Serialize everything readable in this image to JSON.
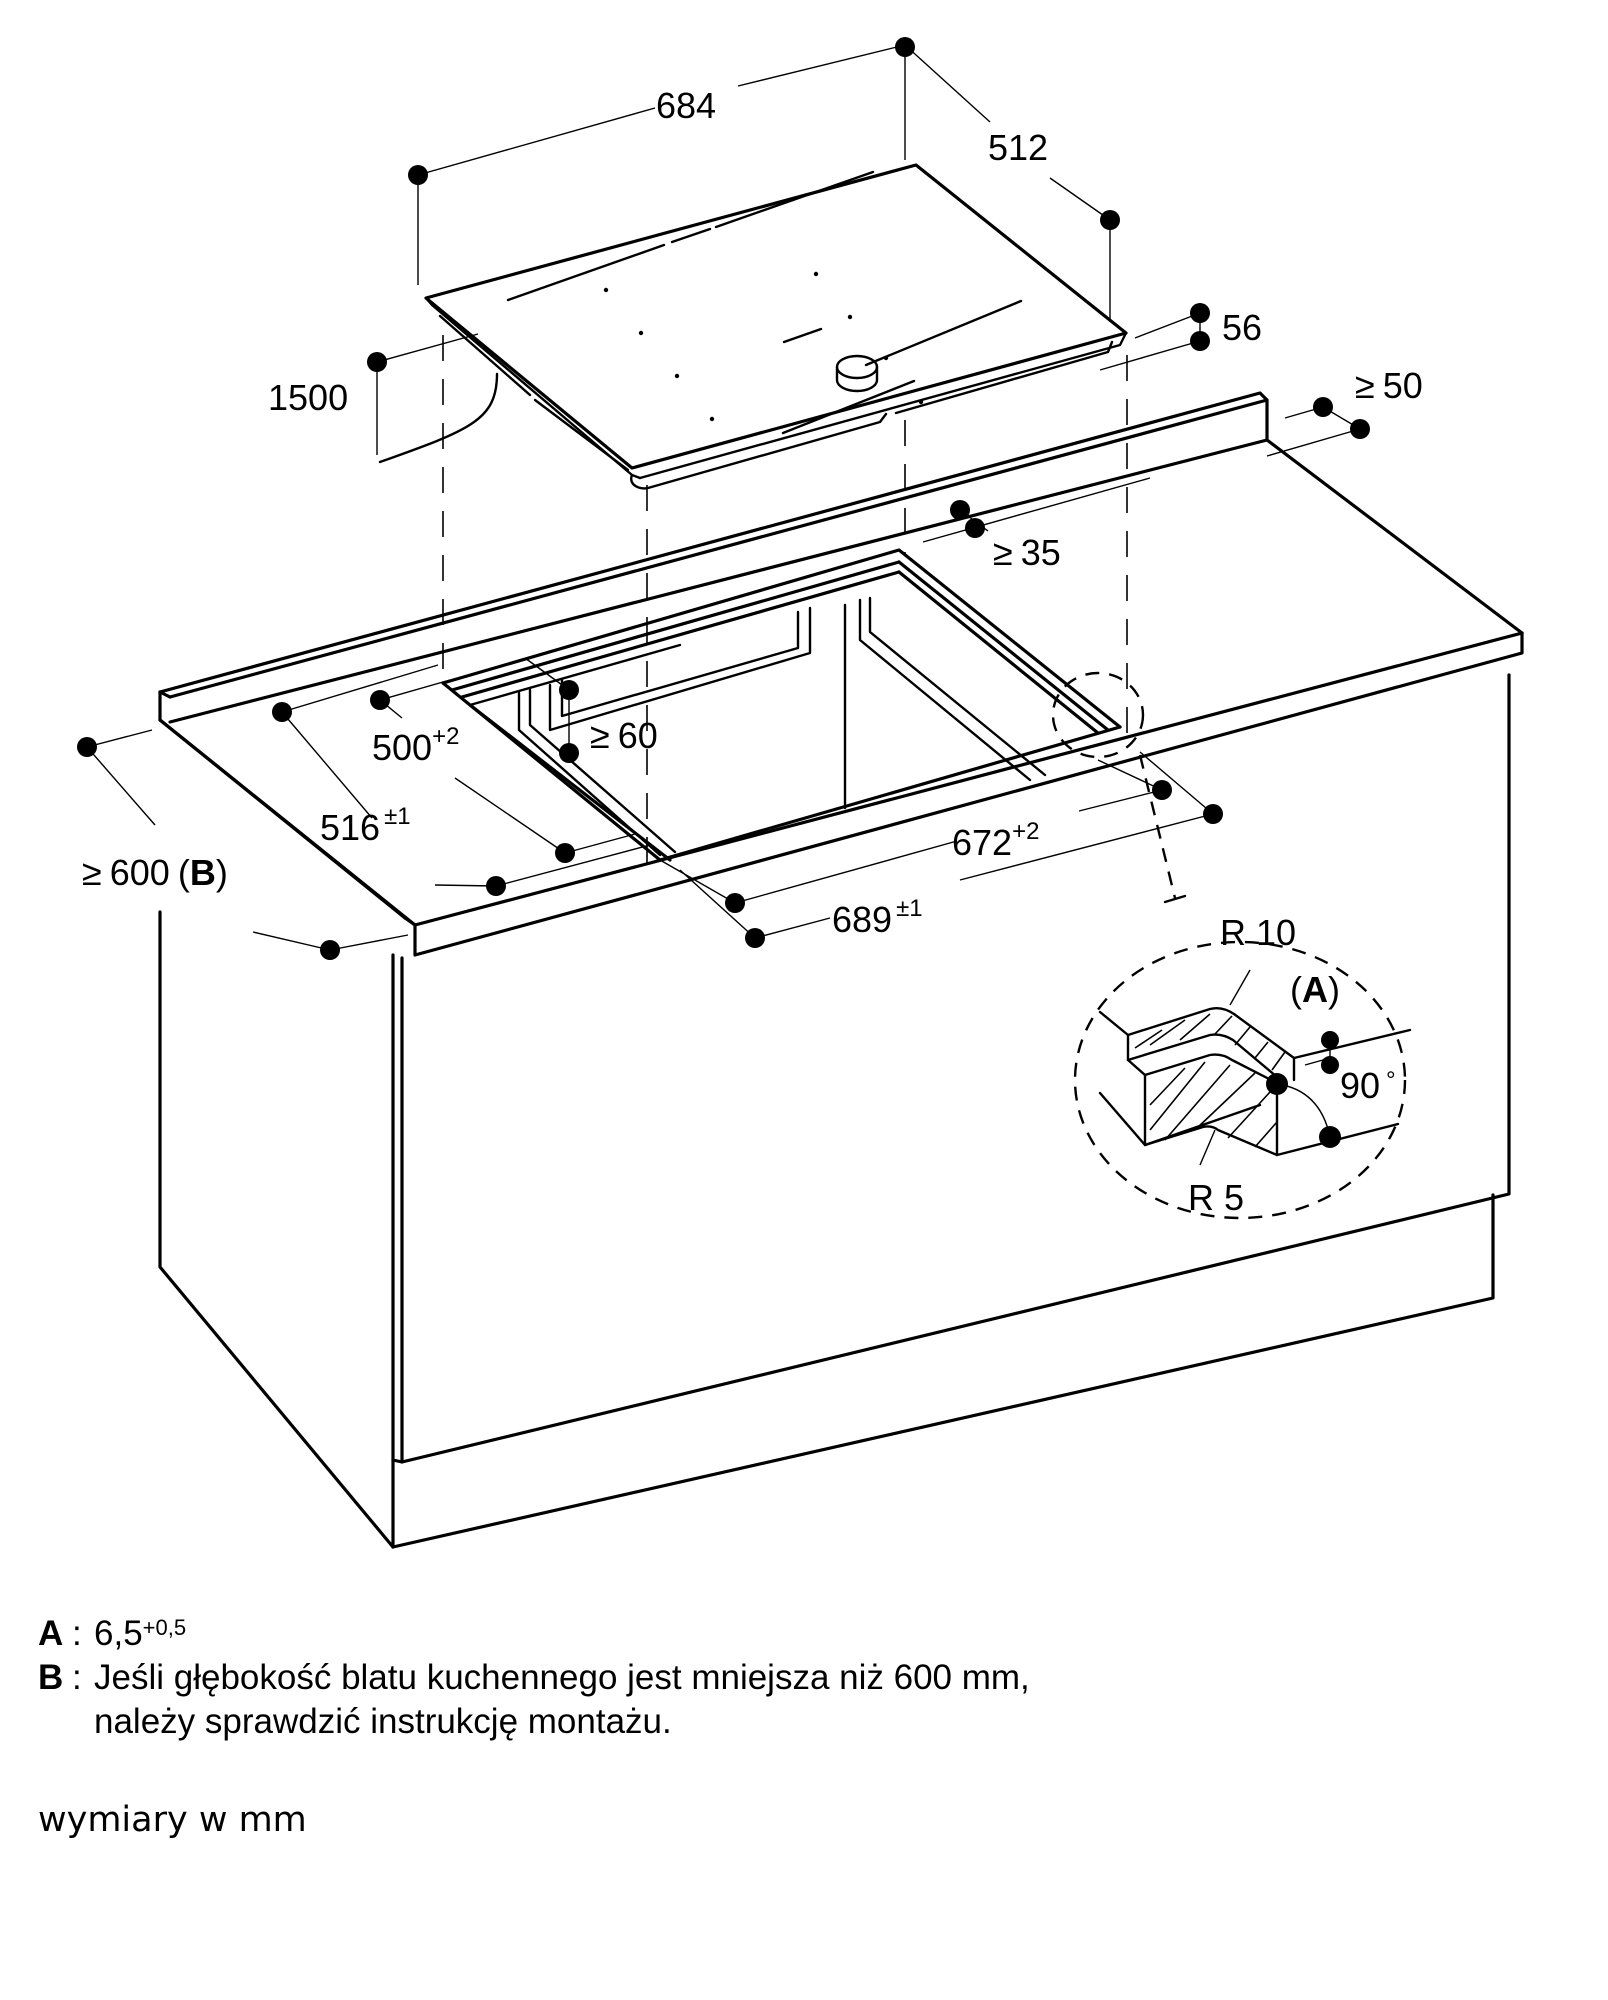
{
  "diagram": {
    "title": "Hob installation dimensions",
    "dimensions": {
      "hob_width": "684",
      "hob_depth": "512",
      "hob_height": "56",
      "cable_length": "1500",
      "rear_clearance": {
        "prefix": "≥",
        "value": "50"
      },
      "back_edge_distance": {
        "prefix": "≥",
        "value": "35"
      },
      "cutout_depth_inner": {
        "value": "500",
        "tolerance": "+2"
      },
      "cutout_depth_outer": {
        "value": "516",
        "tolerance": "±1"
      },
      "below_clearance": {
        "prefix": "≥",
        "value": "60"
      },
      "cutout_width_inner": {
        "value": "672",
        "tolerance": "+2"
      },
      "cutout_width_outer": {
        "value": "689",
        "tolerance": "±1"
      },
      "worktop_depth": {
        "prefix": "≥",
        "value": "600",
        "ref_open": "(",
        "ref": "B",
        "ref_close": ")"
      }
    },
    "detail": {
      "radius_top": "R 10",
      "radius_bottom": "R 5",
      "ref_label_open": "(",
      "ref_label": "A",
      "ref_label_close": ")",
      "angle": "90",
      "angle_unit": "°"
    }
  },
  "notes": [
    {
      "key": "A",
      "sep": ":",
      "text": "6,5",
      "sup": "+0,5"
    },
    {
      "key": "B",
      "sep": ":",
      "text": "Jeśli głębokość blatu kuchennego jest mniejsza niż 600 mm,",
      "text2": "należy sprawdzić instrukcję montażu."
    }
  ],
  "units_note": "wymiary w mm"
}
